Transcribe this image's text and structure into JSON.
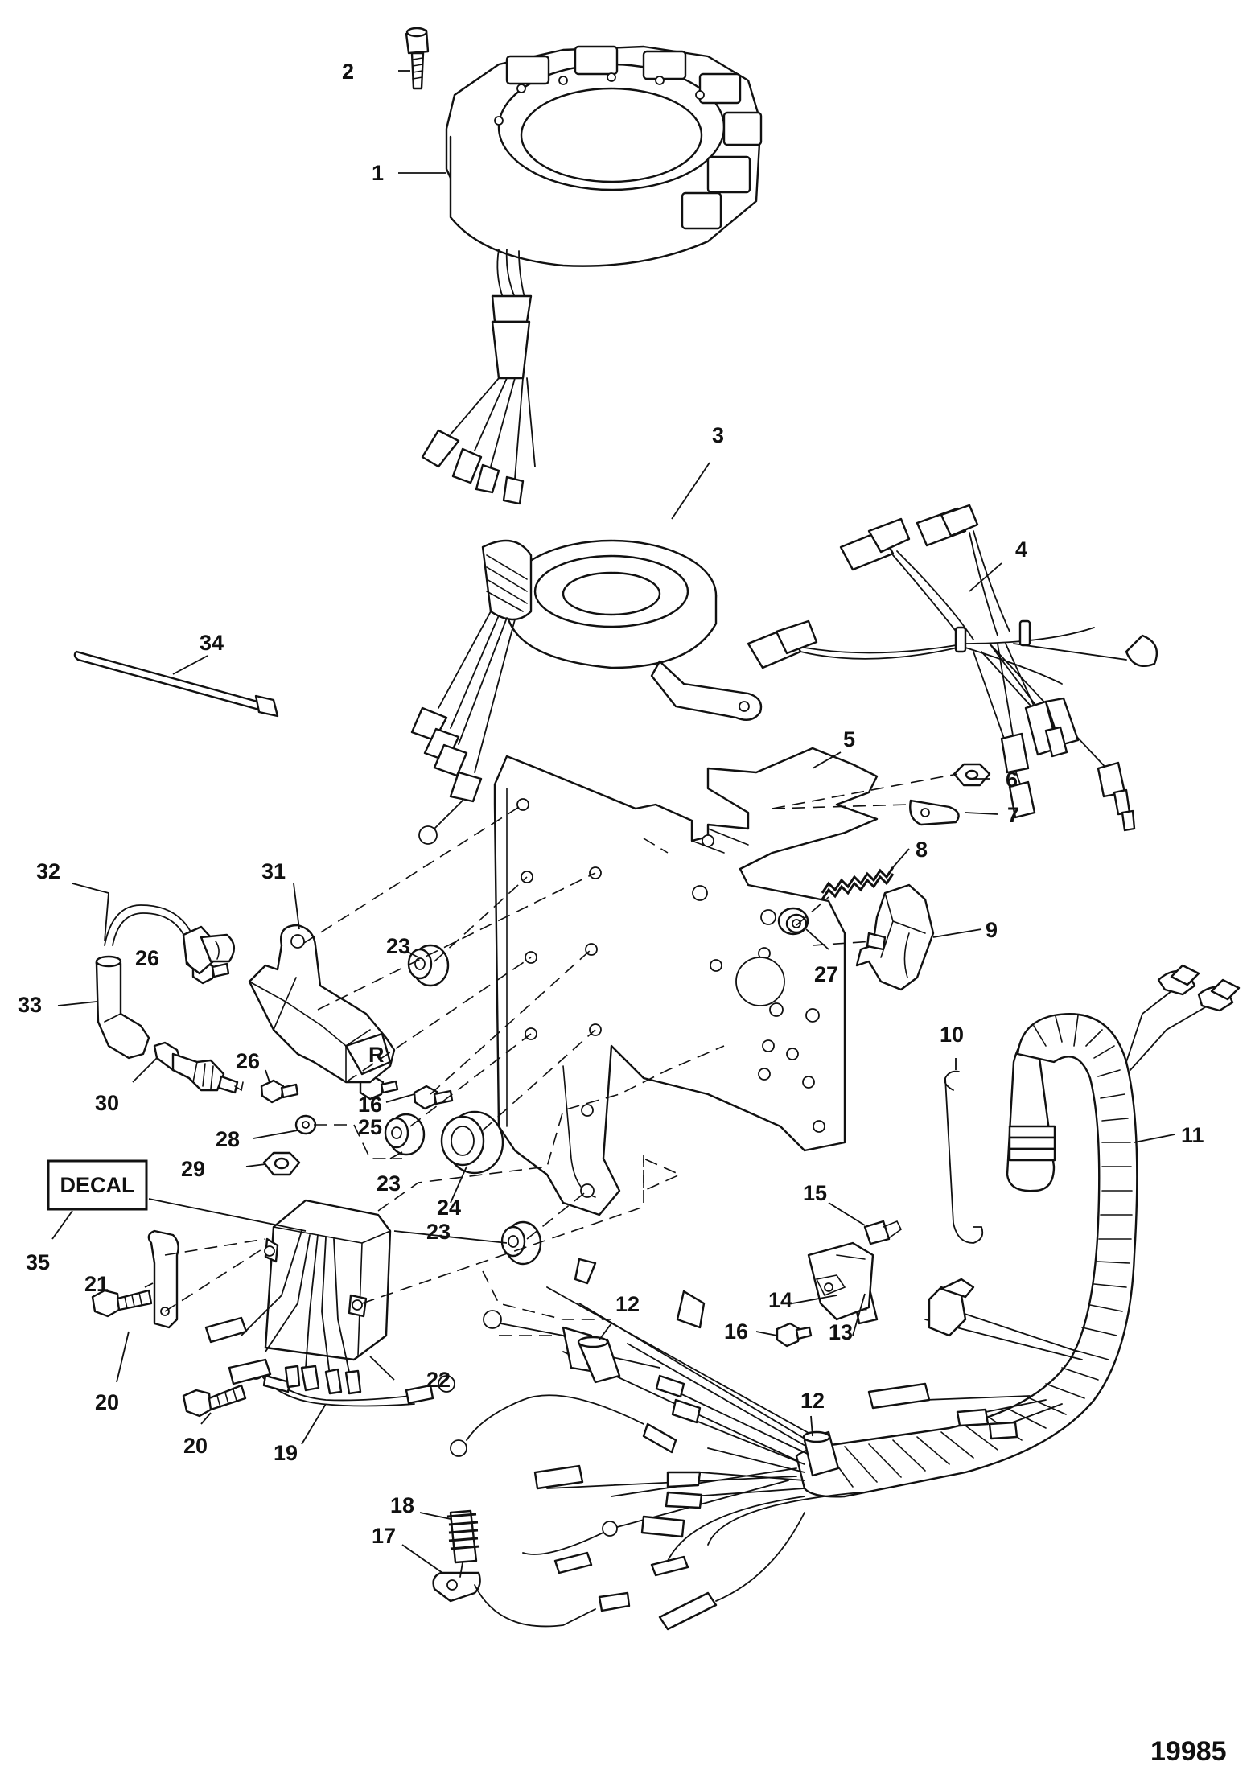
{
  "figure_number": "19985",
  "decal_label": "DECAL",
  "callouts": [
    {
      "id": "1",
      "text": "1"
    },
    {
      "id": "2",
      "text": "2"
    },
    {
      "id": "3",
      "text": "3"
    },
    {
      "id": "4",
      "text": "4"
    },
    {
      "id": "5",
      "text": "5"
    },
    {
      "id": "6",
      "text": "6"
    },
    {
      "id": "7",
      "text": "7"
    },
    {
      "id": "8",
      "text": "8"
    },
    {
      "id": "9",
      "text": "9"
    },
    {
      "id": "10",
      "text": "10"
    },
    {
      "id": "11",
      "text": "11"
    },
    {
      "id": "12a",
      "text": "12"
    },
    {
      "id": "12b",
      "text": "12"
    },
    {
      "id": "13",
      "text": "13"
    },
    {
      "id": "14",
      "text": "14"
    },
    {
      "id": "15",
      "text": "15"
    },
    {
      "id": "16a",
      "text": "16"
    },
    {
      "id": "16b",
      "text": "16"
    },
    {
      "id": "17",
      "text": "17"
    },
    {
      "id": "18",
      "text": "18"
    },
    {
      "id": "19",
      "text": "19"
    },
    {
      "id": "20a",
      "text": "20"
    },
    {
      "id": "20b",
      "text": "20"
    },
    {
      "id": "21",
      "text": "21"
    },
    {
      "id": "22",
      "text": "22"
    },
    {
      "id": "23a",
      "text": "23"
    },
    {
      "id": "23b",
      "text": "23"
    },
    {
      "id": "23c",
      "text": "23"
    },
    {
      "id": "24",
      "text": "24"
    },
    {
      "id": "25",
      "text": "25"
    },
    {
      "id": "26a",
      "text": "26"
    },
    {
      "id": "26b",
      "text": "26"
    },
    {
      "id": "27",
      "text": "27"
    },
    {
      "id": "28",
      "text": "28"
    },
    {
      "id": "29",
      "text": "29"
    },
    {
      "id": "30",
      "text": "30"
    },
    {
      "id": "31",
      "text": "31"
    },
    {
      "id": "32",
      "text": "32"
    },
    {
      "id": "33",
      "text": "33"
    },
    {
      "id": "34",
      "text": "34"
    },
    {
      "id": "35",
      "text": "35"
    }
  ]
}
